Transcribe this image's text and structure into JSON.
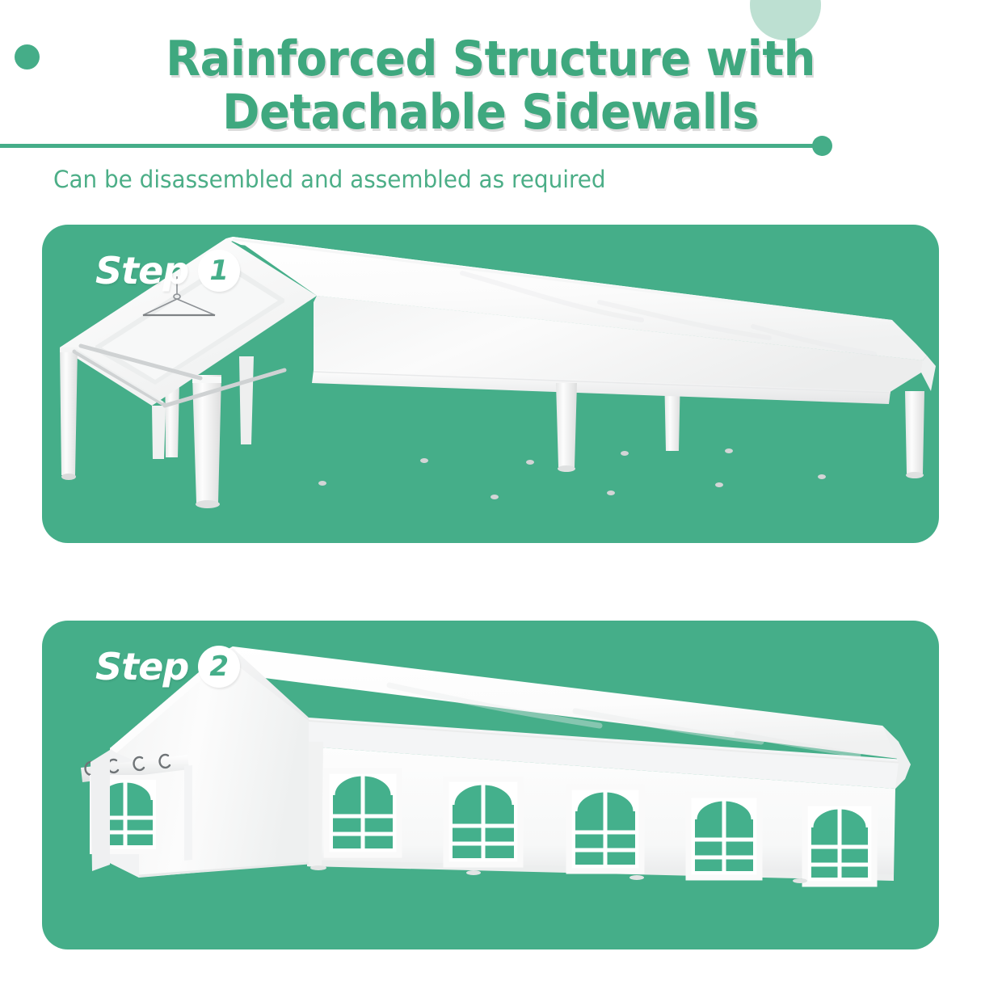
{
  "header": {
    "title": "Rainforced Structure with\nDetachable Sidewalls",
    "subtitle": "Can be disassembled and assembled as required",
    "title_color": "#3fa87f",
    "subtitle_color": "#4cae87"
  },
  "theme": {
    "card_green": "#45ae89",
    "accent_green": "#45ad88",
    "light_green": "#bde0d2",
    "window_green": "#44b08c",
    "canopy_white": "#ffffff",
    "page_background": "#ffffff"
  },
  "cards": [
    {
      "id": "step-1",
      "step_word": "Step",
      "step_number": "1",
      "illustration": "carport-canopy-frame-no-sidewalls"
    },
    {
      "id": "step-2",
      "step_word": "Step",
      "step_number": "2",
      "illustration": "carport-canopy-with-detachable-sidewalls-and-windows"
    }
  ],
  "decorations": {
    "top_right_circle": "light-green-circle",
    "top_left_dot": "green-dot",
    "divider_line": "green-horizontal-rule",
    "divider_end_dot": "green-dot"
  }
}
